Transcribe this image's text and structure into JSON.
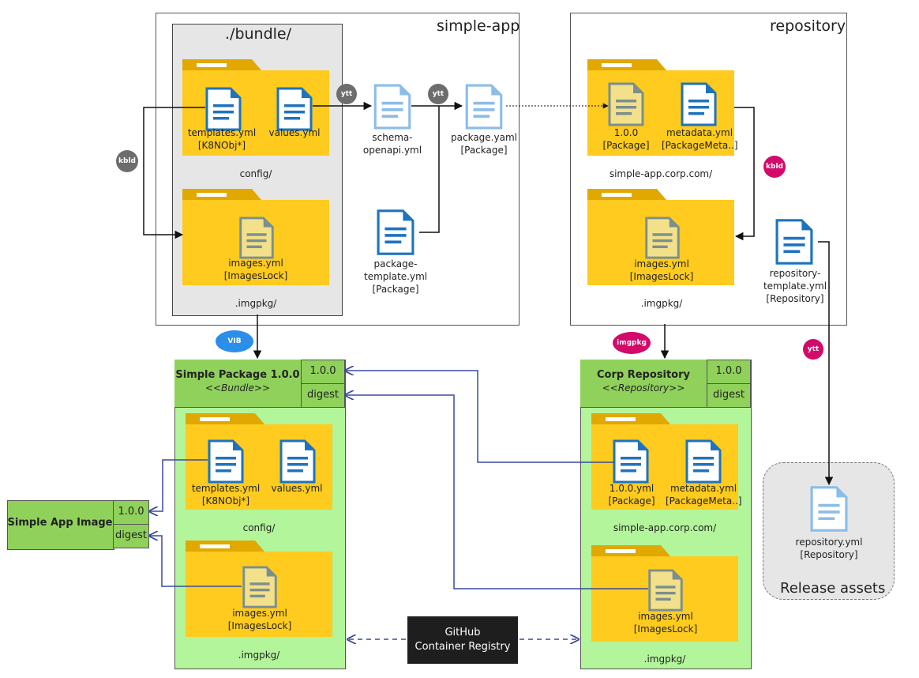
{
  "regions": {
    "simple_app": "simple-app",
    "repository": "repository",
    "bundle_dir": "./bundle/",
    "release_assets": "Release assets"
  },
  "folders": {
    "config": "config/",
    "imgpkg": ".imgpkg/",
    "corp_domain": "simple-app.corp.com/"
  },
  "files": {
    "templates": [
      "templates.yml",
      "[K8NObj*]"
    ],
    "values": "values.yml",
    "images": [
      "images.yml",
      "[ImagesLock]"
    ],
    "schema": [
      "schema-",
      "openapi.yml"
    ],
    "package": [
      "package.yaml",
      "[Package]"
    ],
    "package_template": [
      "package-",
      "template.yml",
      "[Package]"
    ],
    "repo_version": [
      "1.0.0",
      "[Package]"
    ],
    "repo_version_yml": [
      "1.0.0.yml",
      "[Package]"
    ],
    "metadata": [
      "metadata.yml",
      "[PackageMeta..]"
    ],
    "repo_template": [
      "repository-",
      "template.yml",
      "[Repository]"
    ],
    "repository": [
      "repository.yml",
      "[Repository]"
    ]
  },
  "badges": {
    "ytt": "ytt",
    "kbld": "kbld",
    "vib": "VIB",
    "imgpkg": "imgpkg"
  },
  "packages": {
    "simple": {
      "title": "Simple Package 1.0.0",
      "stereotype": "<<Bundle>>",
      "version": "1.0.0",
      "digest": "digest"
    },
    "corp": {
      "title": "Corp Repository",
      "stereotype": "<<Repository>>",
      "version": "1.0.0",
      "digest": "digest"
    },
    "image": {
      "title": "Simple App Image",
      "version": "1.0.0",
      "digest": "digest"
    }
  },
  "registry": [
    "GitHub",
    "Container Registry"
  ],
  "colors": {
    "folder_back": "#e0a800",
    "folder_front": "#fecb1e",
    "doc_blue": "#1e73be",
    "doc_light": "#8bbde8",
    "doc_yellow": "#f2e08a",
    "arrow_dark": "#111111",
    "arrow_blue": "#3b4a9e",
    "pkg_green": "#b3f59b",
    "pkg_head": "#8fd15a"
  }
}
